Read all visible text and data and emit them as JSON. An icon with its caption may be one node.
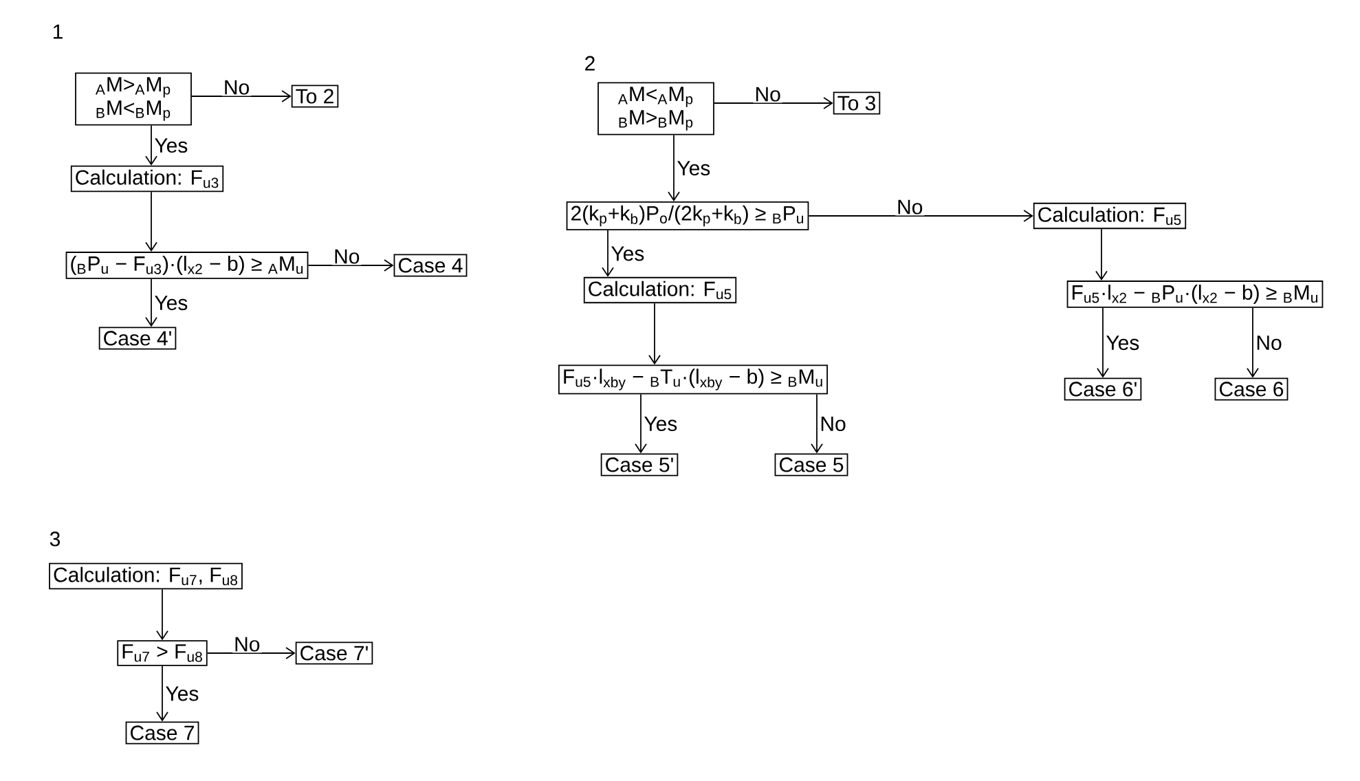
{
  "diagram": {
    "nodes": [
      {
        "text": [
          "$_{A}$M>$_{A}$M$_{p}$ $_{B}$M<$_{B}$M$_{p}$"
        ]
      },
      {
        "text": [
          "To 2"
        ]
      },
      {
        "text": [
          "Calculation: F$_{u3}$"
        ]
      },
      {
        "text": [
          "($_{B}$P$_{u}$ − F$_{u3}$)·(l$_{x2}$ − b) ≥ $_{A}$M$_{u}$"
        ]
      },
      {
        "text": [
          "Case 4"
        ]
      },
      {
        "text": [
          "Case 4'"
        ]
      },
      {
        "text": [
          "$_{A}$M<$_{A}$M$_{p}$ $_{B}$M>$_{B}$M$_{p}$"
        ]
      },
      {
        "text": [
          "To 3"
        ]
      },
      {
        "text": [
          "2(k$_{p}$+k$_{b}$)P$_{o}$/(2k$_{p}$+k$_{b}$) ≥ $_{B}$P$_{u}$"
        ]
      },
      {
        "text": [
          "Calculation: F$_{u5}$"
        ]
      },
      {
        "text": [
          "F$_{u5}$·l$_{xby}$ − $_{B}$T$_{u}$·(l$_{xby}$ − b) ≥ $_{B}$M$_{u}$"
        ]
      },
      {
        "text": [
          "Case 5'"
        ]
      },
      {
        "text": [
          "Case 5"
        ]
      },
      {
        "text": [
          "Calculation: F$_{u5}$"
        ]
      },
      {
        "text": [
          "F$_{u5}$·l$_{x2}$ − $_{B}$P$_{u}$·(l$_{x2}$ − b) ≥ $_{B}$M$_{u}$"
        ]
      },
      {
        "text": [
          "Case 6'"
        ]
      },
      {
        "text": [
          "Case 6"
        ]
      },
      {
        "text": [
          "Calculation: F$_{u7}$, F$_{u8}$"
        ]
      },
      {
        "text": [
          "F$_{u7}$ > F$_{u8}$"
        ]
      },
      {
        "text": [
          "Case 7'"
        ]
      },
      {
        "text": [
          "Case 7"
        ]
      }
    ],
    "edges": [
      {
        "from": 0,
        "to": 1,
        "arrow": "to",
        "label": "No"
      },
      {
        "from": 0,
        "to": 2,
        "arrow": "to",
        "label": "Yes"
      },
      {
        "from": 2,
        "to": 3,
        "arrow": "to"
      },
      {
        "from": 3,
        "to": 4,
        "arrow": "to",
        "label": "No"
      },
      {
        "from": 3,
        "to": 5,
        "arrow": "to",
        "label": "Yes"
      },
      {
        "from": 6,
        "to": 7,
        "arrow": "to",
        "label": "No"
      },
      {
        "from": 6,
        "to": 8,
        "arrow": "to",
        "label": "Yes"
      },
      {
        "from": 8,
        "to": 13,
        "arrow": "to",
        "label": "No"
      },
      {
        "from": 8,
        "to": 9,
        "arrow": "to",
        "label": "Yes"
      },
      {
        "from": 9,
        "to": 10,
        "arrow": "to"
      },
      {
        "from": 10,
        "to": 11,
        "arrow": "to",
        "label": "Yes"
      },
      {
        "from": 10,
        "to": 12,
        "arrow": "to",
        "label": "No"
      },
      {
        "from": 13,
        "to": 14,
        "arrow": "to"
      },
      {
        "from": 14,
        "to": 15,
        "arrow": "to",
        "label": "Yes"
      },
      {
        "from": 14,
        "to": 16,
        "arrow": "to",
        "label": "No"
      },
      {
        "from": 17,
        "to": 18,
        "arrow": "to"
      },
      {
        "from": 18,
        "to": 19,
        "arrow": "to",
        "label": "No"
      },
      {
        "from": 18,
        "to": 20,
        "arrow": "to",
        "label": "Yes"
      }
    ],
    "labels": [
      "1",
      "2",
      "3"
    ]
  }
}
